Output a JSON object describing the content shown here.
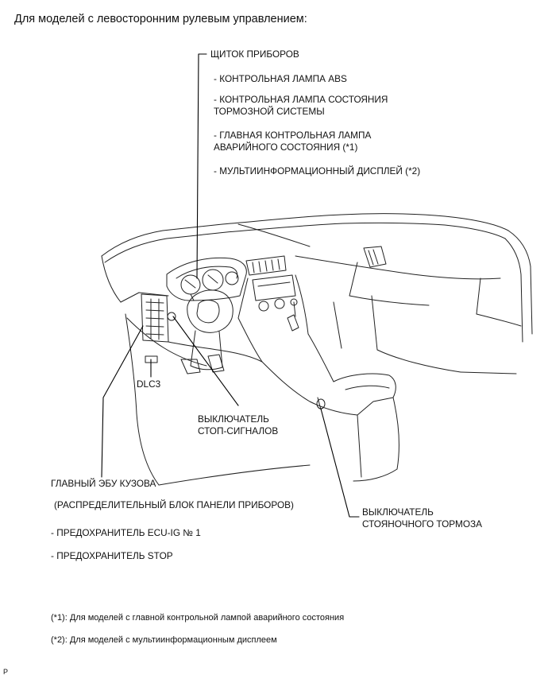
{
  "heading": "Для моделей с левосторонним рулевым управлением:",
  "cluster": {
    "title": "ЩИТОК ПРИБОРОВ",
    "items": [
      "КОНТРОЛЬНАЯ ЛАМПА ABS",
      [
        "КОНТРОЛЬНАЯ ЛАМПА СОСТОЯНИЯ",
        "ТОРМОЗНОЙ СИСТЕМЫ"
      ],
      [
        "ГЛАВНАЯ КОНТРОЛЬНАЯ ЛАМПА",
        "АВАРИЙНОГО СОСТОЯНИЯ (*1)"
      ],
      "МУЛЬТИИНФОРМАЦИОННЫЙ ДИСПЛЕЙ (*2)"
    ]
  },
  "dlc3": "DLC3",
  "stop_switch": [
    "ВЫКЛЮЧАТЕЛЬ",
    "СТОП-СИГНАЛОВ"
  ],
  "body_ecu": {
    "title": "ГЛАВНЫЙ ЭБУ КУЗОВА",
    "subtitle": "(РАСПРЕДЕЛИТЕЛЬНЫЙ БЛОК ПАНЕЛИ ПРИБОРОВ)",
    "items": [
      "ПРЕДОХРАНИТЕЛЬ ECU-IG № 1",
      "ПРЕДОХРАНИТЕЛЬ STOP"
    ]
  },
  "parking_switch": [
    "ВЫКЛЮЧАТЕЛЬ",
    "СТОЯНОЧНОГО ТОРМОЗА"
  ],
  "notes": [
    "(*1): Для моделей с главной контрольной лампой аварийного состояния",
    "(*2): Для моделей с мультиинформационным дисплеем"
  ],
  "corner_mark": "P"
}
